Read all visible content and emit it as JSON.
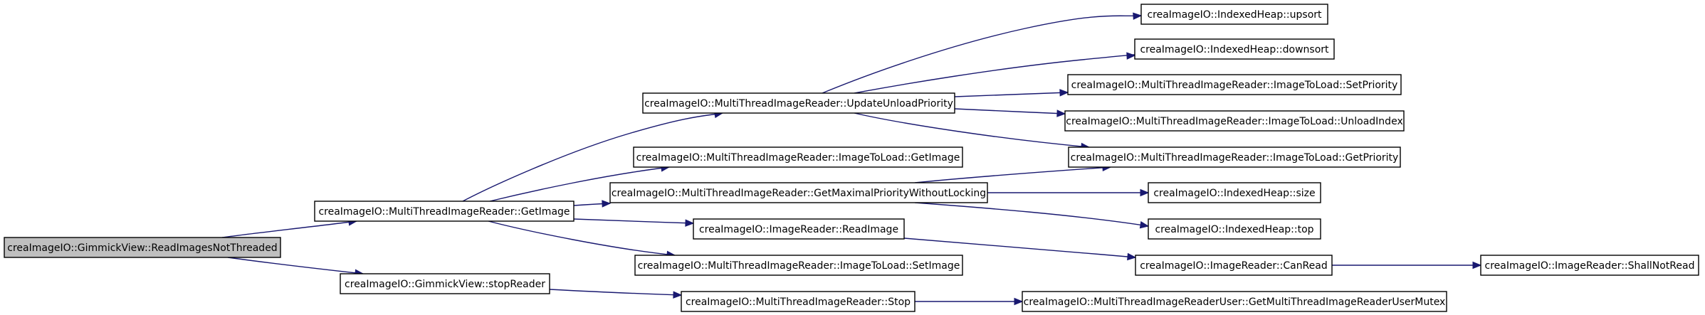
{
  "graph": {
    "edge_color": "#191970",
    "root_fill": "#bfbfbf",
    "nodes": [
      {
        "id": "n0",
        "label": "creaImageIO::GimmickView::ReadImagesNotThreaded",
        "root": true
      },
      {
        "id": "n1",
        "label": "creaImageIO::MultiThreadImageReader::GetImage"
      },
      {
        "id": "n2",
        "label": "creaImageIO::GimmickView::stopReader"
      },
      {
        "id": "n3",
        "label": "creaImageIO::MultiThreadImageReader::UpdateUnloadPriority"
      },
      {
        "id": "n4",
        "label": "creaImageIO::MultiThreadImageReader::ImageToLoad::GetImage"
      },
      {
        "id": "n5",
        "label": "creaImageIO::MultiThreadImageReader::GetMaximalPriorityWithoutLocking"
      },
      {
        "id": "n6",
        "label": "creaImageIO::ImageReader::ReadImage"
      },
      {
        "id": "n7",
        "label": "creaImageIO::MultiThreadImageReader::ImageToLoad::SetImage"
      },
      {
        "id": "n8",
        "label": "creaImageIO::MultiThreadImageReader::Stop"
      },
      {
        "id": "n9",
        "label": "creaImageIO::IndexedHeap::upsort"
      },
      {
        "id": "n10",
        "label": "creaImageIO::IndexedHeap::downsort"
      },
      {
        "id": "n11",
        "label": "creaImageIO::MultiThreadImageReader::ImageToLoad::SetPriority"
      },
      {
        "id": "n12",
        "label": "creaImageIO::MultiThreadImageReader::ImageToLoad::UnloadIndex"
      },
      {
        "id": "n13",
        "label": "creaImageIO::MultiThreadImageReader::ImageToLoad::GetPriority"
      },
      {
        "id": "n14",
        "label": "creaImageIO::IndexedHeap::size"
      },
      {
        "id": "n15",
        "label": "creaImageIO::IndexedHeap::top"
      },
      {
        "id": "n16",
        "label": "creaImageIO::ImageReader::CanRead"
      },
      {
        "id": "n17",
        "label": "creaImageIO::ImageReader::ShallNotRead"
      },
      {
        "id": "n18",
        "label": "creaImageIO::MultiThreadImageReaderUser::GetMultiThreadImageReaderUserMutex"
      }
    ],
    "edges": [
      {
        "from": "n0",
        "to": "n1"
      },
      {
        "from": "n0",
        "to": "n2"
      },
      {
        "from": "n1",
        "to": "n3"
      },
      {
        "from": "n1",
        "to": "n4"
      },
      {
        "from": "n1",
        "to": "n5"
      },
      {
        "from": "n1",
        "to": "n6"
      },
      {
        "from": "n1",
        "to": "n7"
      },
      {
        "from": "n2",
        "to": "n8"
      },
      {
        "from": "n3",
        "to": "n9"
      },
      {
        "from": "n3",
        "to": "n10"
      },
      {
        "from": "n3",
        "to": "n11"
      },
      {
        "from": "n3",
        "to": "n12"
      },
      {
        "from": "n3",
        "to": "n13"
      },
      {
        "from": "n5",
        "to": "n13"
      },
      {
        "from": "n5",
        "to": "n14"
      },
      {
        "from": "n5",
        "to": "n15"
      },
      {
        "from": "n6",
        "to": "n16"
      },
      {
        "from": "n16",
        "to": "n17"
      },
      {
        "from": "n8",
        "to": "n18"
      }
    ]
  }
}
